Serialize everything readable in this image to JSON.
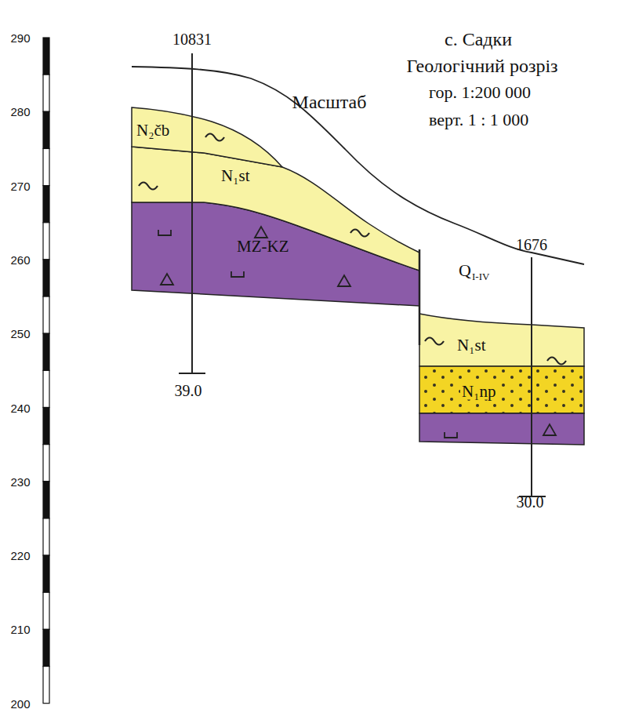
{
  "diagram": {
    "title": "с. Садки",
    "labels": [
      "290",
      "280",
      "270",
      "260",
      "250",
      "240",
      "230",
      "220",
      "210",
      "200",
      "10831",
      "Геологічний розріз",
      "Масштаб",
      "гор.  1:200 000",
      "верт. 1 :  1 000",
      "N₂čb",
      "N₁st",
      "MZ-KZ",
      "39.0",
      "1676",
      "Q",
      "I-IV",
      "N₁st",
      "N₁np",
      "30.0"
    ]
  }
}
